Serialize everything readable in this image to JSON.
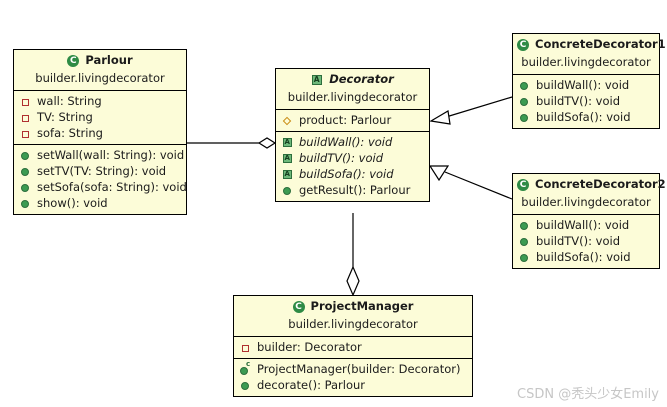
{
  "diagram": {
    "title": "Builder pattern UML class diagram",
    "package": "builder.livingdecorator",
    "colors": {
      "class_fill": "#fcfcd8",
      "border": "#000000",
      "public_member": "#3c9b52",
      "private_member": "#b03030",
      "protected_member": "#c98b12",
      "abstract_member": "#6eb87a",
      "background": "#ffffff",
      "watermark": "#c6c6c6"
    },
    "classes": [
      {
        "id": "parlour",
        "name": "Parlour",
        "package": "builder.livingdecorator",
        "stereotype": "class",
        "title_icon": "class-icon",
        "abstract": false,
        "fields": [
          {
            "text": "wall: String",
            "icon": "private-field-icon",
            "visibility": "private"
          },
          {
            "text": "TV: String",
            "icon": "private-field-icon",
            "visibility": "private"
          },
          {
            "text": "sofa: String",
            "icon": "private-field-icon",
            "visibility": "private"
          }
        ],
        "methods": [
          {
            "text": "setWall(wall: String): void",
            "icon": "public-method-icon",
            "visibility": "public",
            "abstract": false
          },
          {
            "text": "setTV(TV: String): void",
            "icon": "public-method-icon",
            "visibility": "public",
            "abstract": false
          },
          {
            "text": "setSofa(sofa: String): void",
            "icon": "public-method-icon",
            "visibility": "public",
            "abstract": false
          },
          {
            "text": "show(): void",
            "icon": "public-method-icon",
            "visibility": "public",
            "abstract": false
          }
        ]
      },
      {
        "id": "decorator",
        "name": "Decorator",
        "package": "builder.livingdecorator",
        "stereotype": "abstract class",
        "title_icon": "abstract-class-icon",
        "abstract": true,
        "fields": [
          {
            "text": "product: Parlour",
            "icon": "protected-field-icon",
            "visibility": "protected"
          }
        ],
        "methods": [
          {
            "text": "buildWall(): void",
            "icon": "abstract-method-icon",
            "visibility": "protected",
            "abstract": true
          },
          {
            "text": "buildTV(): void",
            "icon": "abstract-method-icon",
            "visibility": "protected",
            "abstract": true
          },
          {
            "text": "buildSofa(): void",
            "icon": "abstract-method-icon",
            "visibility": "protected",
            "abstract": true
          },
          {
            "text": "getResult(): Parlour",
            "icon": "public-method-icon",
            "visibility": "public",
            "abstract": false
          }
        ]
      },
      {
        "id": "concrete-decorator-1",
        "name": "ConcreteDecorator1",
        "package": "builder.livingdecorator",
        "stereotype": "class",
        "title_icon": "class-icon",
        "abstract": false,
        "fields": [],
        "methods": [
          {
            "text": "buildWall(): void",
            "icon": "public-method-icon",
            "visibility": "public",
            "abstract": false
          },
          {
            "text": "buildTV(): void",
            "icon": "public-method-icon",
            "visibility": "public",
            "abstract": false
          },
          {
            "text": "buildSofa(): void",
            "icon": "public-method-icon",
            "visibility": "public",
            "abstract": false
          }
        ]
      },
      {
        "id": "concrete-decorator-2",
        "name": "ConcreteDecorator2",
        "package": "builder.livingdecorator",
        "stereotype": "class",
        "title_icon": "class-icon",
        "abstract": false,
        "fields": [],
        "methods": [
          {
            "text": "buildWall(): void",
            "icon": "public-method-icon",
            "visibility": "public",
            "abstract": false
          },
          {
            "text": "buildTV(): void",
            "icon": "public-method-icon",
            "visibility": "public",
            "abstract": false
          },
          {
            "text": "buildSofa(): void",
            "icon": "public-method-icon",
            "visibility": "public",
            "abstract": false
          }
        ]
      },
      {
        "id": "project-manager",
        "name": "ProjectManager",
        "package": "builder.livingdecorator",
        "stereotype": "class",
        "title_icon": "class-icon",
        "abstract": false,
        "fields": [
          {
            "text": "builder: Decorator",
            "icon": "private-field-icon",
            "visibility": "private"
          }
        ],
        "methods": [
          {
            "text": "ProjectManager(builder: Decorator)",
            "icon": "constructor-icon",
            "visibility": "public",
            "abstract": false
          },
          {
            "text": "decorate(): Parlour",
            "icon": "public-method-icon",
            "visibility": "public",
            "abstract": false
          }
        ]
      }
    ],
    "relations": [
      {
        "type": "aggregation",
        "from": "parlour",
        "to": "decorator",
        "label": ""
      },
      {
        "type": "generalization",
        "from": "concrete-decorator-1",
        "to": "decorator",
        "label": ""
      },
      {
        "type": "generalization",
        "from": "concrete-decorator-2",
        "to": "decorator",
        "label": ""
      },
      {
        "type": "aggregation",
        "from": "decorator",
        "to": "project-manager",
        "label": ""
      }
    ]
  },
  "watermark": {
    "text": "CSDN @秃头少女Emily"
  }
}
